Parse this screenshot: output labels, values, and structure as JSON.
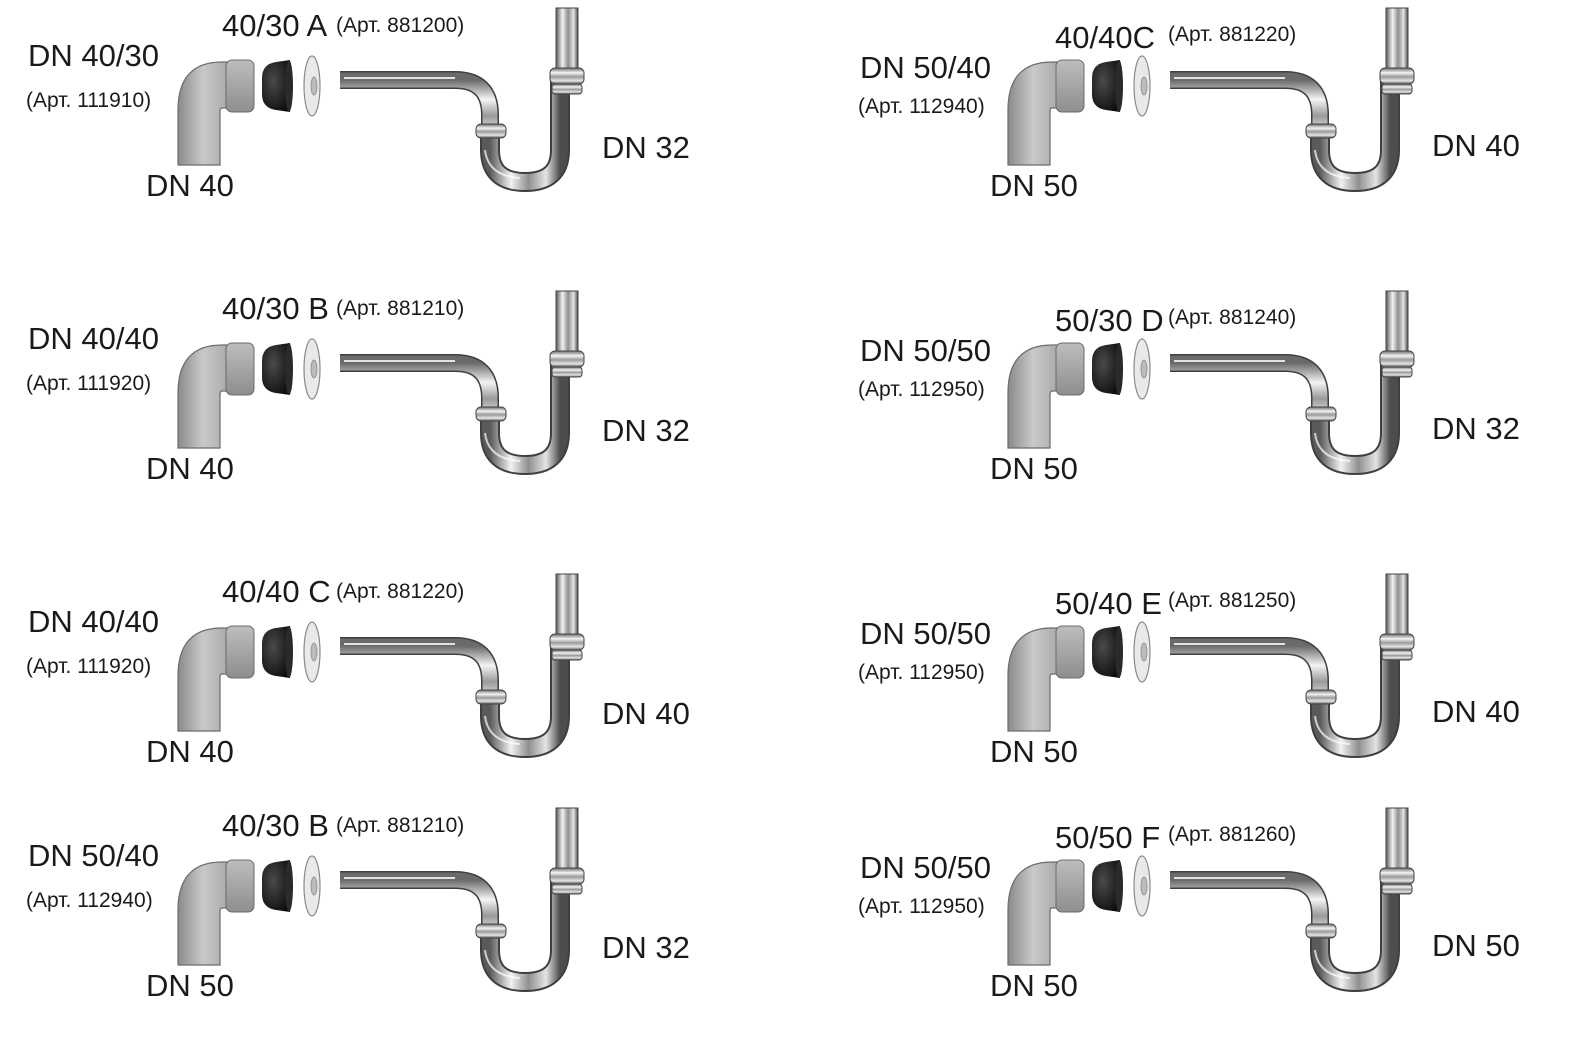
{
  "panels": [
    {
      "fitting_label": "DN 40/30",
      "fitting_art": "(Арт. 111910)",
      "fitting_dn": "DN 40",
      "adapter_label": "40/30 A",
      "adapter_art": "(Арт. 881200)",
      "trap_dn": "DN 32"
    },
    {
      "fitting_label": "DN 50/40",
      "fitting_art": "(Арт. 112940)",
      "fitting_dn": "DN 50",
      "adapter_label": "40/40C",
      "adapter_art": "(Арт. 881220)",
      "trap_dn": "DN 40"
    },
    {
      "fitting_label": "DN 40/40",
      "fitting_art": "(Арт. 111920)",
      "fitting_dn": "DN 40",
      "adapter_label": "40/30 B",
      "adapter_art": "(Арт. 881210)",
      "trap_dn": "DN 32"
    },
    {
      "fitting_label": "DN 50/50",
      "fitting_art": "(Арт. 112950)",
      "fitting_dn": "DN 50",
      "adapter_label": "50/30 D",
      "adapter_art": "(Арт. 881240)",
      "trap_dn": "DN 32"
    },
    {
      "fitting_label": "DN 40/40",
      "fitting_art": "(Арт. 111920)",
      "fitting_dn": "DN 40",
      "adapter_label": "40/40 C",
      "adapter_art": "(Арт. 881220)",
      "trap_dn": "DN 40"
    },
    {
      "fitting_label": "DN 50/50",
      "fitting_art": "(Арт. 112950)",
      "fitting_dn": "DN 50",
      "adapter_label": "50/40 E",
      "adapter_art": "(Арт. 881250)",
      "trap_dn": "DN 40"
    },
    {
      "fitting_label": "DN 50/40",
      "fitting_art": "(Арт. 112940)",
      "fitting_dn": "DN 50",
      "adapter_label": "40/30 B",
      "adapter_art": "(Арт. 881210)",
      "trap_dn": "DN 32"
    },
    {
      "fitting_label": "DN 50/50",
      "fitting_art": "(Арт. 112950)",
      "fitting_dn": "DN 50",
      "adapter_label": "50/50 F",
      "adapter_art": "(Арт. 881260)",
      "trap_dn": "DN 50"
    }
  ]
}
